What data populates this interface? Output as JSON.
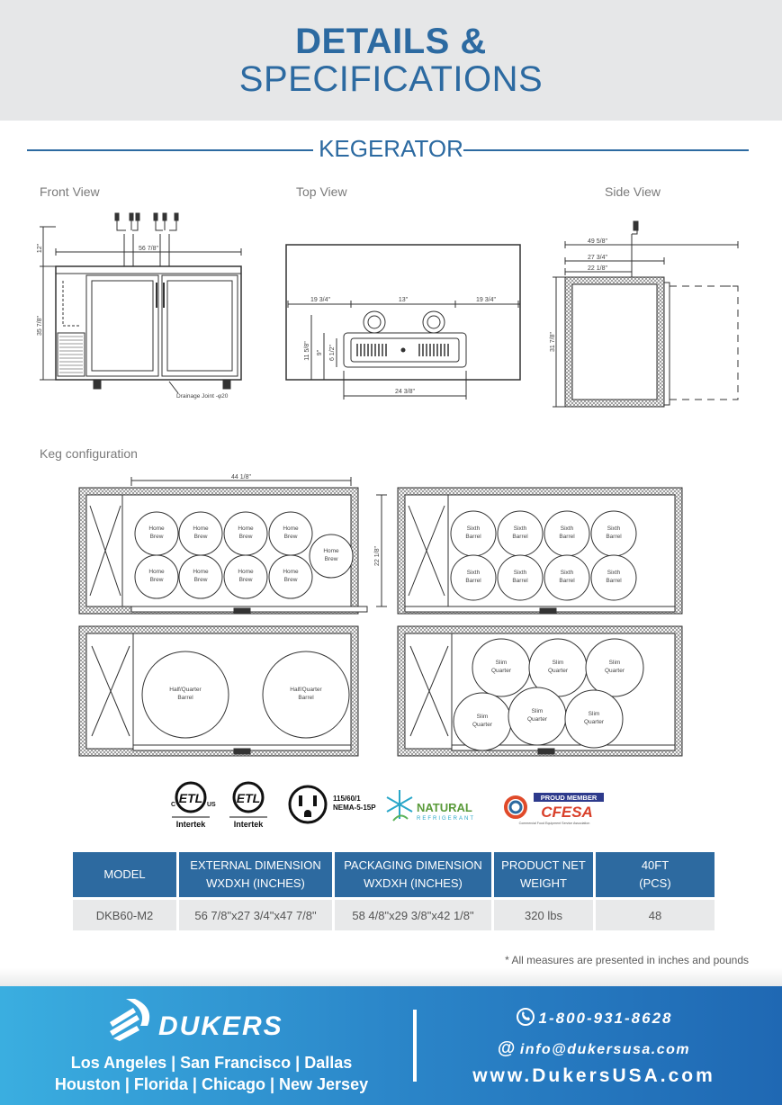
{
  "header": {
    "title_line1": "DETAILS &",
    "title_line2": "SPECIFICATIONS"
  },
  "section": {
    "title": "KEGERATOR"
  },
  "views": {
    "front": "Front View",
    "top": "Top View",
    "side": "Side View"
  },
  "front_dims": {
    "top_height": "12\"",
    "width": "56 7/8\"",
    "body_height": "35 7/8\"",
    "drain": "Drainage Joint -φ20"
  },
  "top_dims": {
    "left": "19 3/4\"",
    "center": "13\"",
    "right": "19 3/4\"",
    "h1": "11 5/8\"",
    "h2": "9\"",
    "h3": "6 1/2\"",
    "tray": "24 3/8\""
  },
  "side_dims": {
    "d1": "49 5/8\"",
    "d2": "27 3/4\"",
    "d3": "22 1/8\"",
    "height": "31 7/8\""
  },
  "keg": {
    "label": "Keg configuration",
    "width": "44 1/8\"",
    "depth": "22 1/8\"",
    "home_brew": "Home\nBrew",
    "sixth": "Sixth\nBarrel",
    "half": "Half/Quarter\nBarrel",
    "slim": "Slim\nQuarter"
  },
  "certs": {
    "plug_line1": "115/60/1",
    "plug_line2": "NEMA-5-15P",
    "intertek": "Intertek",
    "c": "C",
    "us": "US",
    "natural": "NATURAL",
    "refrigerant": "REFRIGERANT",
    "proud": "PROUD MEMBER",
    "cfesa": "CFESA",
    "cfesa_sub": "Commercial Food Equipment Service Association"
  },
  "table": {
    "headers": [
      [
        "MODEL"
      ],
      [
        "EXTERNAL DIMENSION",
        "WXDXH (INCHES)"
      ],
      [
        "PACKAGING DIMENSION",
        "WXDXH (INCHES)"
      ],
      [
        "PRODUCT NET",
        "WEIGHT"
      ],
      [
        "40FT",
        "(PCS)"
      ]
    ],
    "row": [
      "DKB60-M2",
      "56 7/8\"x27 3/4\"x47 7/8\"",
      "58 4/8\"x29 3/8\"x42 1/8\"",
      "320 lbs",
      "48"
    ]
  },
  "note": "* All measures are presented in inches and pounds",
  "footer": {
    "brand": "DUKERS",
    "cities_line1": "Los Angeles | San Francisco | Dallas",
    "cities_line2": "Houston | Florida | Chicago | New Jersey",
    "phone": "1-800-931-8628",
    "email": "info@dukersusa.com",
    "website": "www.DukersUSA.com"
  },
  "colors": {
    "accent": "#2c6aa1",
    "table_header": "#2d6aa0",
    "footer_start": "#3aaee0",
    "footer_end": "#1f68b3"
  }
}
